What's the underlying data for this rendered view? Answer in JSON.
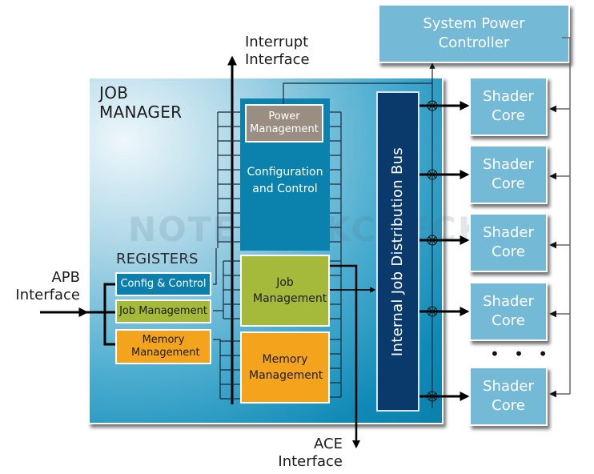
{
  "diagram": {
    "job_manager": {
      "title_line1": "JOB",
      "title_line2": "MANAGER",
      "blocks": {
        "power_management": "Power Management",
        "configuration_control_line1": "Configuration",
        "configuration_control_line2": "and Control",
        "job_management": "Job Management",
        "memory_management": "Memory Management"
      },
      "registers": {
        "title": "REGISTERS",
        "items": [
          {
            "label": "Config & Control",
            "color": "#0c7fac"
          },
          {
            "label": "Job Management",
            "color": "#a5b93a"
          },
          {
            "label": "Memory Management",
            "color": "#f4a31d"
          }
        ]
      }
    },
    "bus": {
      "label": "Internal Job Distribution Bus"
    },
    "system_power_controller": {
      "label_line1": "System Power",
      "label_line2": "Controller"
    },
    "shader_cores": [
      {
        "line1": "Shader",
        "line2": "Core"
      },
      {
        "line1": "Shader",
        "line2": "Core"
      },
      {
        "line1": "Shader",
        "line2": "Core"
      },
      {
        "line1": "Shader",
        "line2": "Core"
      },
      {
        "line1": "Shader",
        "line2": "Core"
      }
    ],
    "ellipsis": "• • •",
    "interfaces": {
      "interrupt_line1": "Interrupt",
      "interrupt_line2": "Interface",
      "apb_line1": "APB",
      "apb_line2": "Interface",
      "ace_line1": "ACE",
      "ace_line2": "Interface"
    },
    "watermark": "NOTEBOOKCHECK",
    "colors": {
      "shader_core": "#74b9d6",
      "bus": "#0a3a6b",
      "power_management": "#9a8e82",
      "job_green": "#a5b93a",
      "memory_orange": "#f4a31d",
      "config_blue": "#0a82ad"
    }
  }
}
